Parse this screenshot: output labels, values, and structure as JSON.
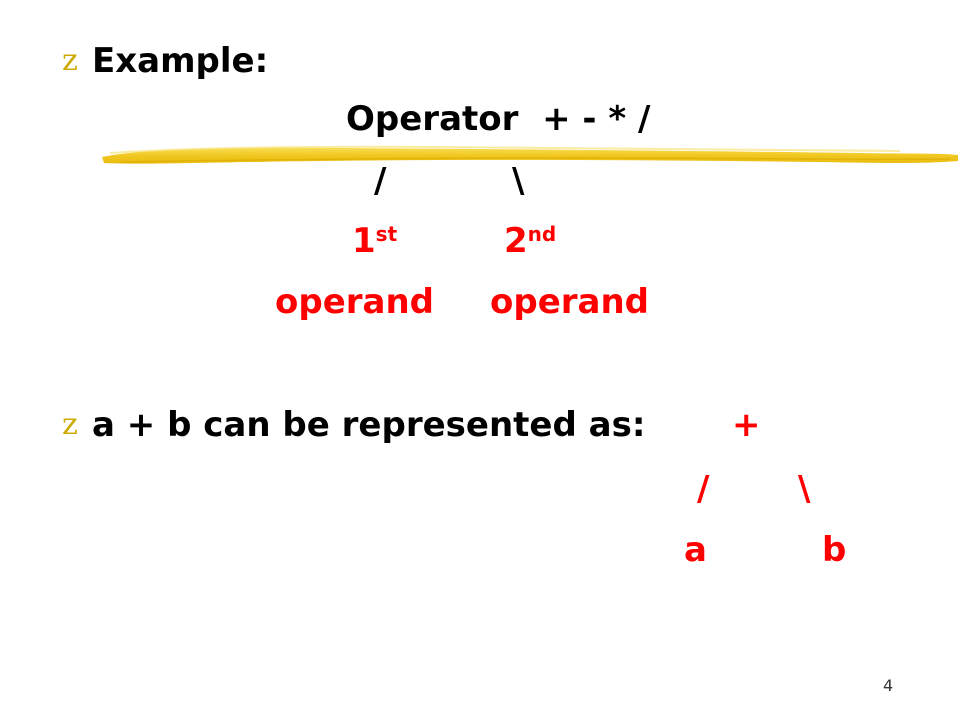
{
  "slide": {
    "bullet_glyph": "z",
    "example": {
      "heading": "Example:",
      "operator_line": "Operator  + - * /",
      "slash_left": "/",
      "slash_right": "\\",
      "first": "1",
      "first_sup": "st",
      "second": "2",
      "second_sup": "nd",
      "operand_left": "operand",
      "operand_right": "operand"
    },
    "expression": {
      "text": "a + b can be represented as:",
      "root": "+",
      "slash_left": "/",
      "slash_right": "\\",
      "leaf_left": "a",
      "leaf_right": "b"
    },
    "page_number": "4"
  },
  "colors": {
    "bullet": "#ccaa00",
    "highlight": "#f2c818",
    "text": "#000000",
    "accent": "#ff0000"
  }
}
